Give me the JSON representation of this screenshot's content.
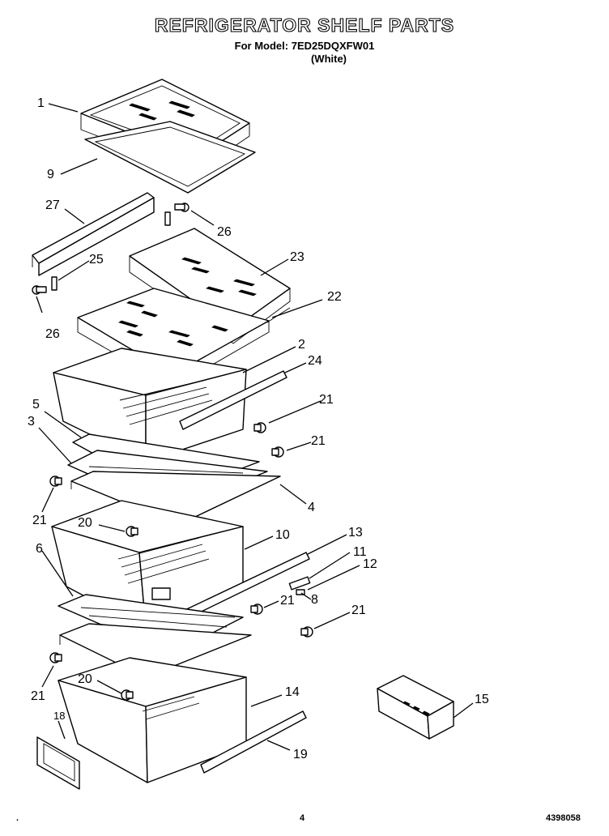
{
  "title": "REFRIGERATOR SHELF PARTS",
  "subtitle_model": "For Model: 7ED25DQXFW01",
  "subtitle_color": "(White)",
  "callouts": [
    {
      "key": "c1",
      "label": "1"
    },
    {
      "key": "c9",
      "label": "9"
    },
    {
      "key": "c27",
      "label": "27"
    },
    {
      "key": "c26a",
      "label": "26"
    },
    {
      "key": "c25",
      "label": "25"
    },
    {
      "key": "c26b",
      "label": "26"
    },
    {
      "key": "c23",
      "label": "23"
    },
    {
      "key": "c22",
      "label": "22"
    },
    {
      "key": "c2",
      "label": "2"
    },
    {
      "key": "c24",
      "label": "24"
    },
    {
      "key": "c5",
      "label": "5"
    },
    {
      "key": "c21a",
      "label": "21"
    },
    {
      "key": "c3",
      "label": "3"
    },
    {
      "key": "c21b",
      "label": "21"
    },
    {
      "key": "c21c",
      "label": "21"
    },
    {
      "key": "c4",
      "label": "4"
    },
    {
      "key": "c20a",
      "label": "20"
    },
    {
      "key": "c10",
      "label": "10"
    },
    {
      "key": "c13",
      "label": "13"
    },
    {
      "key": "c6",
      "label": "6"
    },
    {
      "key": "c11",
      "label": "11"
    },
    {
      "key": "c12",
      "label": "12"
    },
    {
      "key": "c21d",
      "label": "21"
    },
    {
      "key": "c8",
      "label": "8"
    },
    {
      "key": "c21e",
      "label": "21"
    },
    {
      "key": "c21f",
      "label": "21"
    },
    {
      "key": "c20b",
      "label": "20"
    },
    {
      "key": "c14",
      "label": "14"
    },
    {
      "key": "c15",
      "label": "15"
    },
    {
      "key": "c18",
      "label": "18"
    },
    {
      "key": "c19",
      "label": "19"
    }
  ],
  "page_number": "4",
  "doc_number": "4398058",
  "footer_mark": "."
}
